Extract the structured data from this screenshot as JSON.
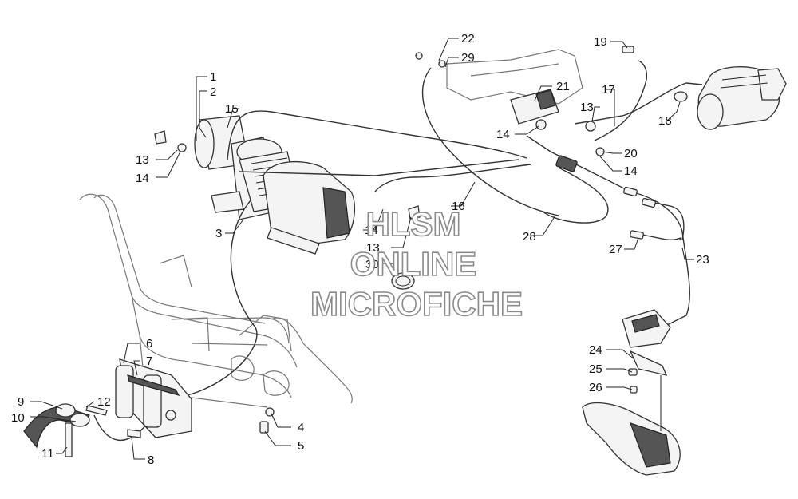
{
  "watermark": {
    "line1": "HLSM",
    "line2": "ONLINE",
    "line3": "MICROFICHE"
  },
  "callouts": {
    "c1": "1",
    "c2": "2",
    "c3": "3",
    "c4": "4",
    "c5": "5",
    "c6": "6",
    "c7": "7",
    "c8": "8",
    "c9": "9",
    "c10": "10",
    "c11": "11",
    "c12": "12",
    "c13a": "13",
    "c13b": "13",
    "c13c": "13",
    "c14a": "14",
    "c14b": "14",
    "c14c": "14",
    "c14d": "14",
    "c15": "15",
    "c16": "16",
    "c17": "17",
    "c18": "18",
    "c19": "19",
    "c20": "20",
    "c21": "21",
    "c22": "22",
    "c23": "23",
    "c24": "24",
    "c25": "25",
    "c26": "26",
    "c27": "27",
    "c28": "28",
    "c29": "29",
    "c30": "30"
  }
}
